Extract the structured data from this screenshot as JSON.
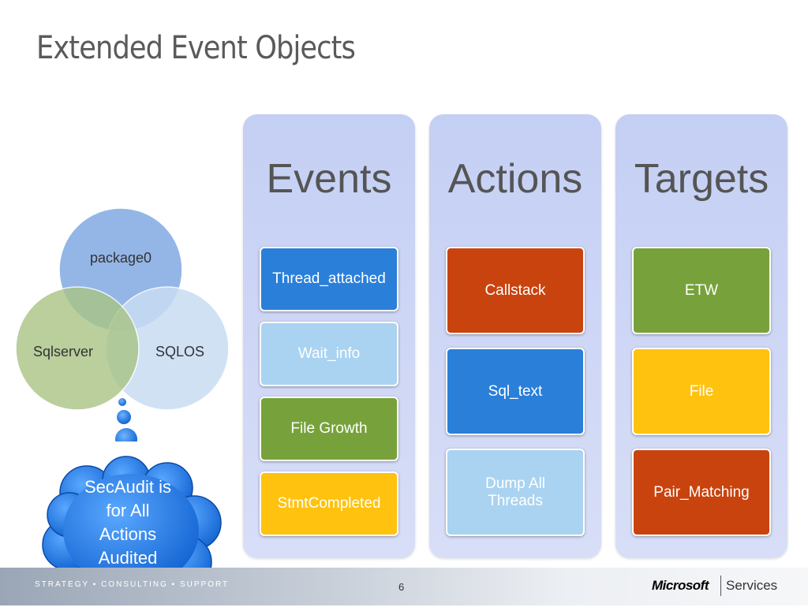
{
  "slide": {
    "title": "Extended Event Objects",
    "page_number": "6"
  },
  "venn": {
    "circles": [
      {
        "label": "package0",
        "color": "#8fb3e6"
      },
      {
        "label": "Sqlserver",
        "color": "#a9c484"
      },
      {
        "label": "SQLOS",
        "color": "#c9dcf3"
      }
    ]
  },
  "callout": {
    "text_lines": [
      "SecAudit is",
      "for All",
      "Actions",
      "Audited"
    ],
    "color": "#1d6fd6"
  },
  "columns": [
    {
      "heading": "Events",
      "items": [
        {
          "label": "Thread_attached",
          "color": "#2a7fd9"
        },
        {
          "label": "Wait_info",
          "color": "#a9d3f0"
        },
        {
          "label": "File Growth",
          "color": "#77a23b"
        },
        {
          "label": "StmtCompleted",
          "color": "#ffc20e"
        }
      ]
    },
    {
      "heading": "Actions",
      "items": [
        {
          "label": "Callstack",
          "color": "#c9430f"
        },
        {
          "label": "Sql_text",
          "color": "#2a7fd9"
        },
        {
          "label": "Dump All Threads",
          "color": "#a9d3f0"
        }
      ]
    },
    {
      "heading": "Targets",
      "items": [
        {
          "label": "ETW",
          "color": "#77a23b"
        },
        {
          "label": "File",
          "color": "#ffc20e"
        },
        {
          "label": "Pair_Matching",
          "color": "#c9430f"
        }
      ]
    }
  ],
  "footer": {
    "tagline": "STRATEGY ▪ CONSULTING ▪ SUPPORT",
    "brand": "Microsoft",
    "services": "Services"
  }
}
